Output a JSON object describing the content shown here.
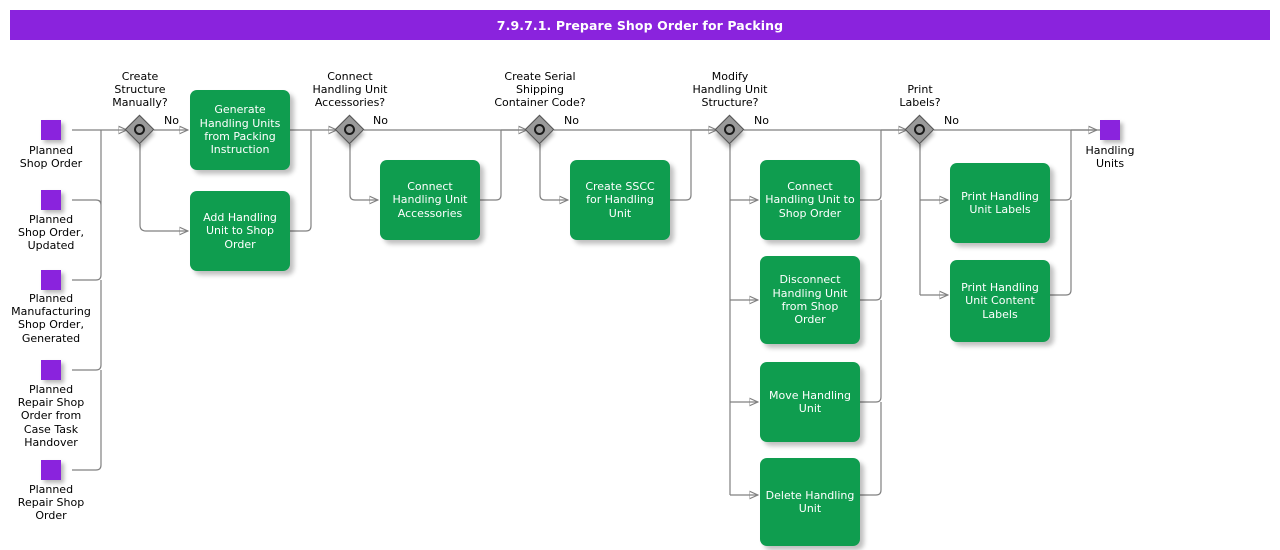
{
  "header": {
    "title": "7.9.7.1. Prepare Shop Order for Packing"
  },
  "colors": {
    "title_bar": "#8a23dd",
    "data_object": "#8a23dd",
    "task": "#0f9d4f",
    "gateway": "#9a9a9a",
    "connector": "#808080",
    "task_text": "#ffffff",
    "label_text": "#000000"
  },
  "inputs": [
    {
      "label": "Planned\nShop Order"
    },
    {
      "label": "Planned\nShop Order,\nUpdated"
    },
    {
      "label": "Planned\nManufacturing\nShop Order,\nGenerated"
    },
    {
      "label": "Planned\nRepair Shop\nOrder from\nCase Task\nHandover"
    },
    {
      "label": "Planned\nRepair Shop\nOrder"
    }
  ],
  "outputs": [
    {
      "label": "Handling\nUnits"
    }
  ],
  "gateways": [
    {
      "label": "Create\nStructure\nManually?",
      "branch": "No"
    },
    {
      "label": "Connect\nHandling Unit\nAccessories?",
      "branch": "No"
    },
    {
      "label": "Create Serial\nShipping\nContainer Code?",
      "branch": "No"
    },
    {
      "label": "Modify\nHandling Unit\nStructure?",
      "branch": "No"
    },
    {
      "label": "Print\nLabels?",
      "branch": "No"
    }
  ],
  "tasks": [
    {
      "label": "Generate\nHandling Units\nfrom Packing\nInstruction"
    },
    {
      "label": "Add Handling\nUnit to Shop\nOrder"
    },
    {
      "label": "Connect\nHandling Unit\nAccessories"
    },
    {
      "label": "Create SSCC\nfor Handling Unit"
    },
    {
      "label": "Connect\nHandling Unit to\nShop Order"
    },
    {
      "label": "Disconnect\nHandling Unit\nfrom Shop\nOrder"
    },
    {
      "label": "Move Handling\nUnit"
    },
    {
      "label": "Delete Handling\nUnit"
    },
    {
      "label": "Print Handling\nUnit Labels"
    },
    {
      "label": "Print Handling\nUnit Content\nLabels"
    }
  ]
}
